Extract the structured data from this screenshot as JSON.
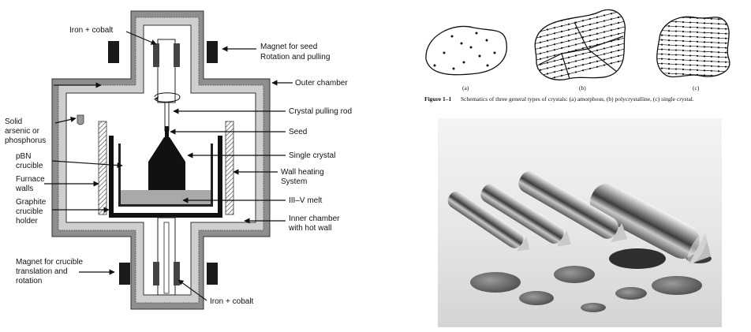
{
  "furnace": {
    "labels": {
      "iron_cobalt_top": "Iron + cobalt",
      "magnet_seed_1": "Magnet for seed",
      "magnet_seed_2": "Rotation and pulling",
      "outer_chamber": "Outer chamber",
      "crystal_pulling_rod": "Crystal pulling rod",
      "solid_1": "Solid",
      "solid_2": "arsenic or",
      "solid_3": "phosphorus",
      "seed": "Seed",
      "pbn_1": "pBN",
      "pbn_2": "crucible",
      "single_crystal": "Single crystal",
      "furnace_walls_1": "Furnace",
      "furnace_walls_2": "walls",
      "wall_heating_1": "Wall heating",
      "wall_heating_2": "System",
      "graphite_1": "Graphite",
      "graphite_2": "crucible",
      "graphite_3": "holder",
      "melt": "III–V melt",
      "inner_chamber_1": "Inner chamber",
      "inner_chamber_2": "with hot wall",
      "magnet_crucible_1": "Magnet for crucible",
      "magnet_crucible_2": "translation and",
      "magnet_crucible_3": "rotation",
      "iron_cobalt_bottom": "Iron + cobalt"
    }
  },
  "schematic": {
    "labels": {
      "a": "(a)",
      "b": "(b)",
      "c": "(c)"
    },
    "caption_prefix": "Figure 1–1",
    "caption_text": "Schematics of three general types of crystals: (a) amorphous, (b) polycrystalline, (c) single crystal."
  },
  "colors": {
    "chamber_gray": "#8e8e8e",
    "insulation_gray": "#cfcfcf",
    "melt_gray": "#a9a9a9",
    "ink": "#111111"
  }
}
